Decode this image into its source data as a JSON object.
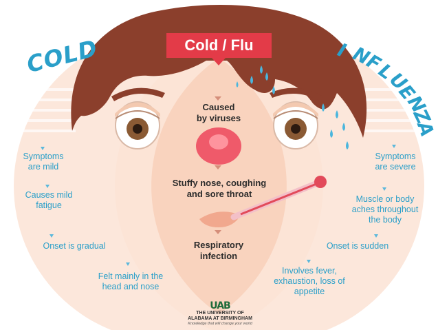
{
  "banner_title": "Cold / Flu",
  "cold_heading": "COLD",
  "flu_heading": "INFLUENZA",
  "cold_items": [
    "Symptoms\nare mild",
    "Causes mild\nfatigue",
    "Onset is gradual",
    "Felt mainly in the\nhead and nose"
  ],
  "flu_items": [
    "Symptoms\nare severe",
    "Muscle or body\naches throughout\nthe body",
    "Onset is sudden",
    "Involves fever,\nexhaustion, loss of\nappetite"
  ],
  "shared_items": [
    "Caused\nby viruses",
    "Stuffy nose, coughing\nand sore throat",
    "Respiratory\ninfection"
  ],
  "logo": {
    "mark": "UAB",
    "name_line1": "THE UNIVERSITY OF",
    "name_line2": "ALABAMA AT BIRMINGHAM",
    "tagline": "Knowledge that will change your world"
  },
  "colors": {
    "accent_blue": "#2a9fc9",
    "banner_red": "#e33b48",
    "hair_brown": "#8b3f2c",
    "skin": "#f9d3ba",
    "circle_fill": "#fbe3d5",
    "uab_green": "#1e6b3a"
  }
}
